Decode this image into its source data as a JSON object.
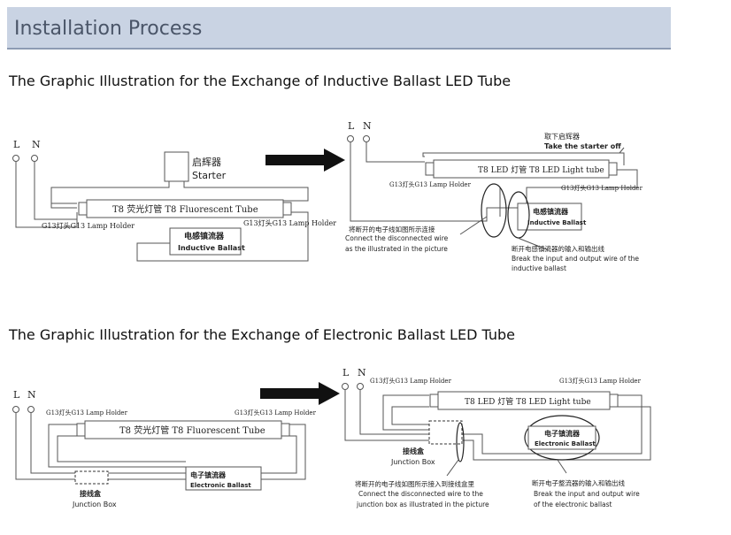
{
  "header": {
    "title": "Installation Process"
  },
  "section_inductive": {
    "heading": "The Graphic Illustration for the Exchange of Inductive Ballast LED Tube",
    "before": {
      "l": "L",
      "n": "N",
      "starter_cn": "启辉器",
      "starter_en": "Starter",
      "tube": "T8  荧光灯管  T8 Fluorescent Tube",
      "holder_left": "G13灯头G13 Lamp Holder",
      "holder_right": "G13灯头G13 Lamp Holder",
      "ballast_cn": "电感镇流器",
      "ballast_en": "Inductive Ballast"
    },
    "after": {
      "l": "L",
      "n": "N",
      "remove_cn": "取下启辉器",
      "remove_en": "Take the starter off",
      "tube": "T8  LED  灯管  T8 LED Light tube",
      "holder_left": "G13灯头G13 Lamp Holder",
      "holder_right": "G13灯头G13 Lamp Holder",
      "ballast_cn": "电感镇流器",
      "ballast_en": "Inductive Ballast",
      "connect_cn": "将断开的电子线如图所示连接",
      "connect_en_1": "Connect the disconnected wire",
      "connect_en_2": "as the illustrated in the picture",
      "break_cn": "断开电感镇流器的输入和输出线",
      "break_en_1": "Break the input and output wire of  the",
      "break_en_2": "inductive ballast"
    }
  },
  "section_electronic": {
    "heading": "The Graphic Illustration for the Exchange of Electronic Ballast LED Tube",
    "before": {
      "l": "L",
      "n": "N",
      "holder_left": "G13灯头G13 Lamp Holder",
      "holder_right": "G13灯头G13 Lamp Holder",
      "tube": "T8  荧光灯管  T8 Fluorescent Tube",
      "ballast_cn": "电子镇流器",
      "ballast_en": "Electronic Ballast",
      "jbox_cn": "接线盒",
      "jbox_en": "Junction Box"
    },
    "after": {
      "l": "L",
      "n": "N",
      "holder_left": "G13灯头G13 Lamp Holder",
      "holder_right": "G13灯头G13 Lamp Holder",
      "tube": "T8  LED  灯管  T8 LED Light tube",
      "ballast_cn": "电子镇流器",
      "ballast_en": "Electronic Ballast",
      "jbox_cn": "接线盒",
      "jbox_en": "Junction Box",
      "connect_cn": "将断开的电子线如图所示接入到接线盒里",
      "connect_en_1": "Connect the disconnected wire to the",
      "connect_en_2": "junction box as illustrated in the picture",
      "break_cn": "断开电子整流器的输入和输出线",
      "break_en_1": "Break the input and output wire",
      "break_en_2": "of the electronic ballast"
    }
  }
}
